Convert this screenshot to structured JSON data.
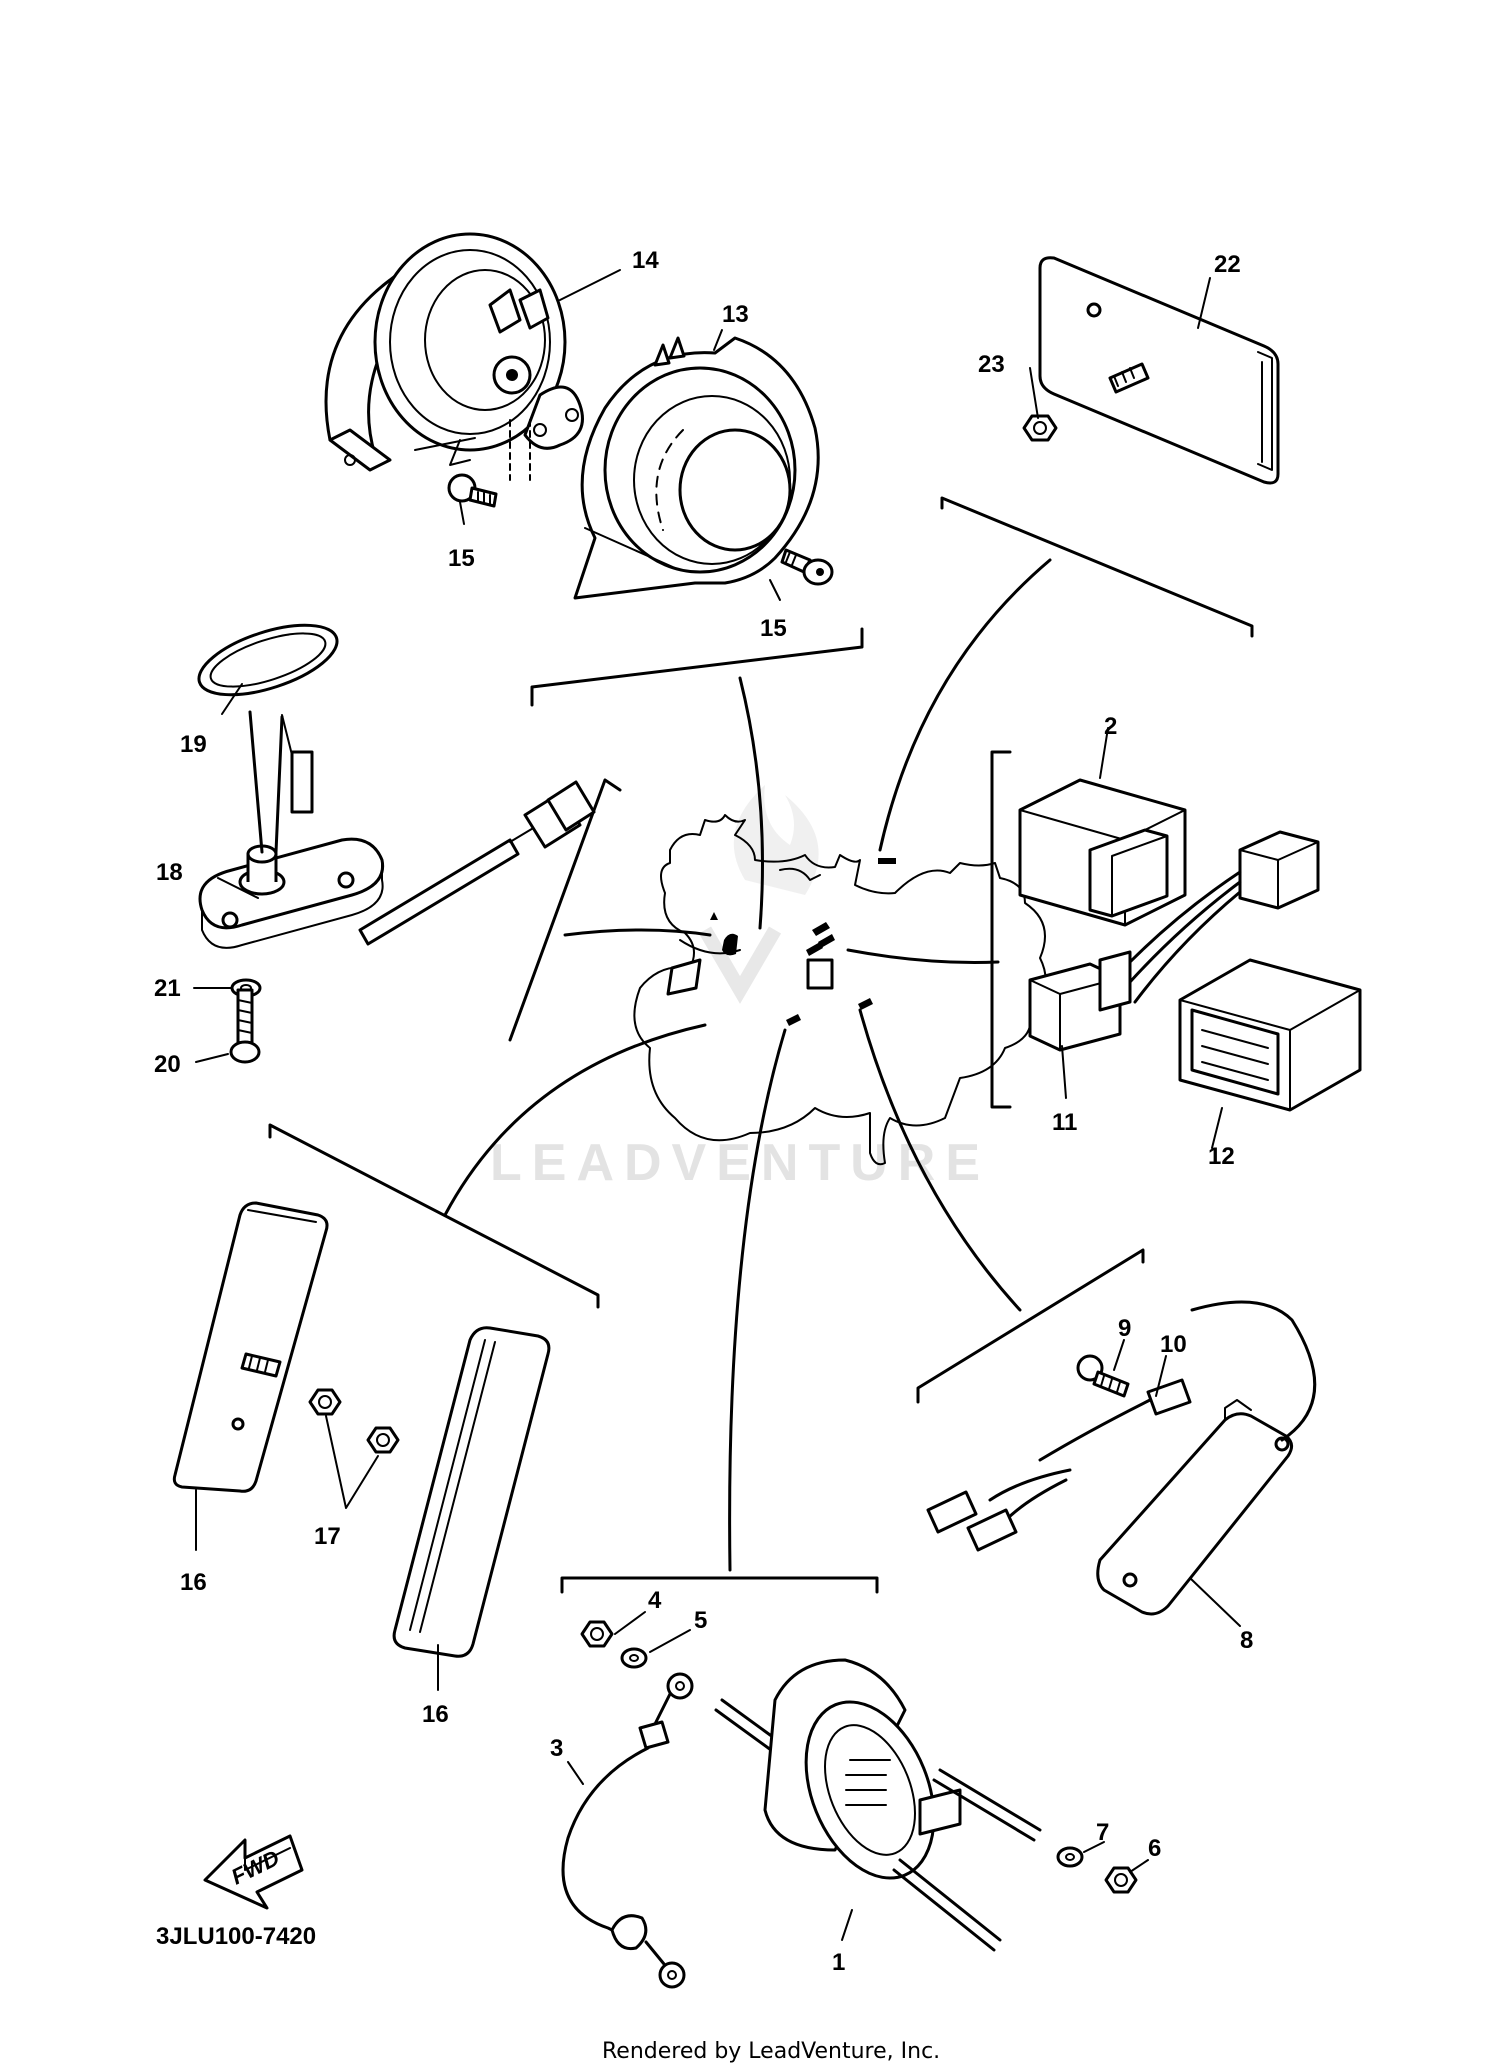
{
  "callouts": {
    "c1": "1",
    "c2": "2",
    "c3": "3",
    "c4": "4",
    "c5": "5",
    "c6": "6",
    "c7": "7",
    "c8": "8",
    "c9": "9",
    "c10": "10",
    "c11": "11",
    "c12": "12",
    "c13": "13",
    "c14": "14",
    "c15a": "15",
    "c15b": "15",
    "c16a": "16",
    "c16b": "16",
    "c17": "17",
    "c18": "18",
    "c19": "19",
    "c20": "20",
    "c21": "21",
    "c22": "22",
    "c23": "23"
  },
  "diagram_code": "3JLU100-7420",
  "fwd_label": "FWD",
  "watermark": "LEADVENTURE",
  "footer": "Rendered by LeadVenture, Inc."
}
